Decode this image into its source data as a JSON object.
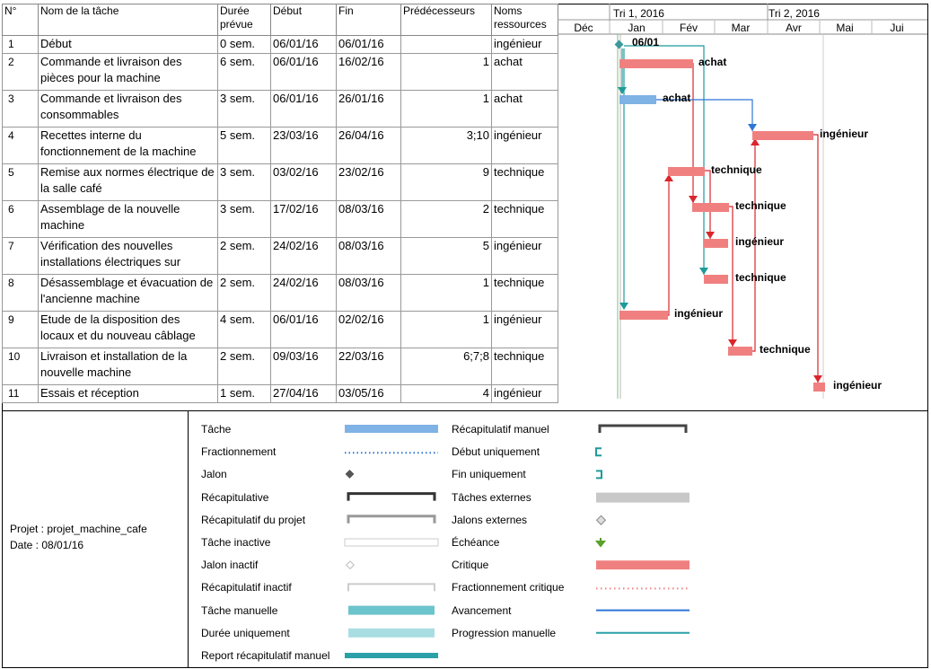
{
  "columns": {
    "num": "N°",
    "name": "Nom de la tâche",
    "duration": "Durée prévue",
    "start": "Début",
    "end": "Fin",
    "pred": "Prédécesseurs",
    "resources": "Noms ressources"
  },
  "tasks": [
    {
      "id": "1",
      "name": "Début",
      "duration": "0 sem.",
      "start": "06/01/16",
      "end": "06/01/16",
      "pred": "",
      "res": "ingénieur"
    },
    {
      "id": "2",
      "name": "Commande et livraison des pièces pour la machine",
      "duration": "6 sem.",
      "start": "06/01/16",
      "end": "16/02/16",
      "pred": "1",
      "res": "achat"
    },
    {
      "id": "3",
      "name": "Commande et livraison des consommables",
      "duration": "3 sem.",
      "start": "06/01/16",
      "end": "26/01/16",
      "pred": "1",
      "res": "achat"
    },
    {
      "id": "4",
      "name": "Recettes interne du fonctionnement de la machine",
      "duration": "5 sem.",
      "start": "23/03/16",
      "end": "26/04/16",
      "pred": "3;10",
      "res": "ingénieur"
    },
    {
      "id": "5",
      "name": "Remise aux normes électrique de la salle café",
      "duration": "3 sem.",
      "start": "03/02/16",
      "end": "23/02/16",
      "pred": "9",
      "res": "technique"
    },
    {
      "id": "6",
      "name": "Assemblage de la nouvelle machine",
      "duration": "3 sem.",
      "start": "17/02/16",
      "end": "08/03/16",
      "pred": "2",
      "res": "technique"
    },
    {
      "id": "7",
      "name": "Vérification des nouvelles installations électriques sur",
      "duration": "2 sem.",
      "start": "24/02/16",
      "end": "08/03/16",
      "pred": "5",
      "res": "ingénieur"
    },
    {
      "id": "8",
      "name": "Désassemblage et évacuation de l'ancienne machine",
      "duration": "2 sem.",
      "start": "24/02/16",
      "end": "08/03/16",
      "pred": "1",
      "res": "technique"
    },
    {
      "id": "9",
      "name": "Etude de la disposition des locaux et du nouveau câblage",
      "duration": "4 sem.",
      "start": "06/01/16",
      "end": "02/02/16",
      "pred": "1",
      "res": "ingénieur"
    },
    {
      "id": "10",
      "name": "Livraison et installation de la nouvelle machine",
      "duration": "2 sem.",
      "start": "09/03/16",
      "end": "22/03/16",
      "pred": "6;7;8",
      "res": "technique"
    },
    {
      "id": "11",
      "name": "Essais et réception",
      "duration": "1 sem.",
      "start": "27/04/16",
      "end": "03/05/16",
      "pred": "4",
      "res": "ingénieur"
    }
  ],
  "timeline": {
    "quarters": [
      "Tri 1, 2016",
      "Tri 2, 2016"
    ],
    "months": [
      "Déc",
      "Jan",
      "Fév",
      "Mar",
      "Avr",
      "Mai",
      "Jui"
    ]
  },
  "gantt": {
    "milestone_label": "06/01",
    "bar_labels": [
      "achat",
      "achat",
      "ingénieur",
      "technique",
      "technique",
      "ingénieur",
      "technique",
      "ingénieur",
      "technique",
      "ingénieur"
    ],
    "colors": {
      "critical": "#f08080",
      "normal": "#7fb2e5",
      "critical_link": "#d9262c",
      "normal_link": "#2e75d6",
      "manual_link": "#1f9a9a",
      "milestone": "#3a9a9a"
    }
  },
  "legend": {
    "project": "Projet : projet_machine_cafe",
    "date": "Date : 08/01/16",
    "left": [
      "Tâche",
      "Fractionnement",
      "Jalon",
      "Récapitulative",
      "Récapitulatif du projet",
      "Tâche inactive",
      "Jalon inactif",
      "Récapitulatif inactif",
      "Tâche manuelle",
      "Durée uniquement",
      "Report récapitulatif manuel"
    ],
    "right": [
      "Récapitulatif manuel",
      "Début uniquement",
      "Fin uniquement",
      "Tâches externes",
      "Jalons externes",
      "Échéance",
      "Critique",
      "Fractionnement critique",
      "Avancement",
      "Progression manuelle"
    ]
  }
}
